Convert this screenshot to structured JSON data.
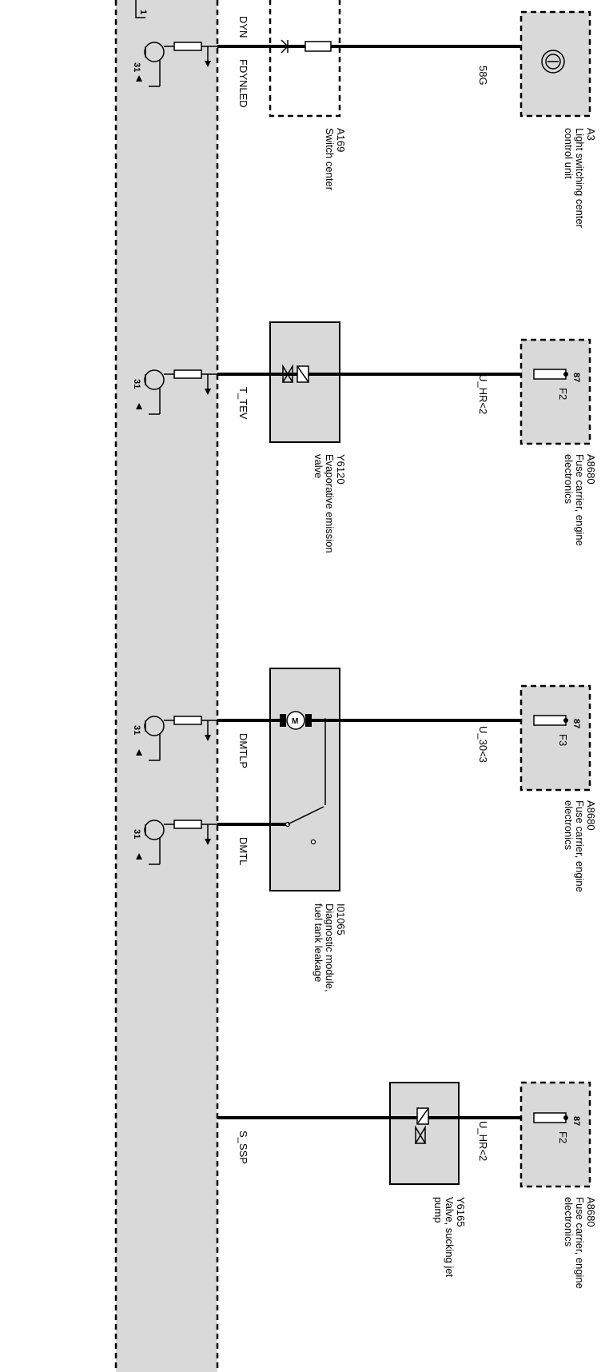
{
  "wires": {
    "w1": "58G",
    "w2": "U_HR<2",
    "w3": "U_30<3",
    "w4": "U_HR<2"
  },
  "signals": {
    "s0": "DYN",
    "s1": "FDYNLED",
    "s2": "T_TEV",
    "s3": "DMTLP",
    "s4": "DMTL",
    "s5": "S_SSP"
  },
  "ground_pin": "31",
  "top_pin": "1",
  "fuses": [
    {
      "pin": "87",
      "name": "F2"
    },
    {
      "pin": "87",
      "name": "F3"
    },
    {
      "pin": "87",
      "name": "F2"
    }
  ],
  "components": {
    "a3": {
      "id": "A3",
      "line1": "Light switching center",
      "line2": "control unit"
    },
    "a169": {
      "id": "A169",
      "line1": "Switch center",
      "line2": ""
    },
    "fuse1": {
      "id": "A8680",
      "line1": "Fuse carrier, engine",
      "line2": "electronics"
    },
    "y6120": {
      "id": "Y6120",
      "line1": "Evaporative emission",
      "line2": "valve"
    },
    "fuse2": {
      "id": "A8680",
      "line1": "Fuse carrier, engine",
      "line2": "electronics"
    },
    "i01065": {
      "id": "I01065",
      "line1": "Diagnostic module,",
      "line2": "fuel tank leakage"
    },
    "fuse3": {
      "id": "A8680",
      "line1": "Fuse carrier, engine",
      "line2": "electronics"
    },
    "y6165": {
      "id": "Y6165",
      "line1": "Valve, sucking jet",
      "line2": "pump"
    }
  }
}
